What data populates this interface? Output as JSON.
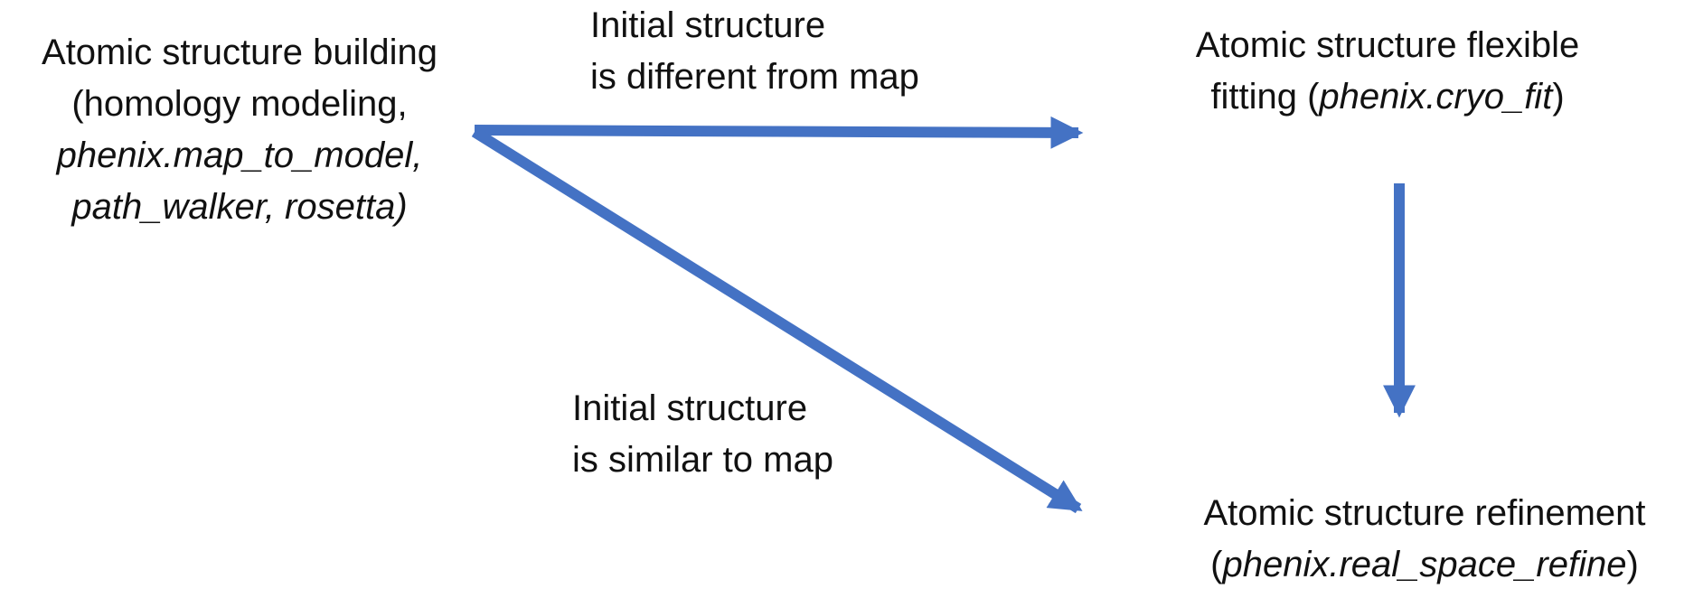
{
  "colors": {
    "arrow": "#4472C4",
    "text": "#111111",
    "background": "#ffffff"
  },
  "blocks": {
    "building": {
      "line1": "Atomic structure building",
      "line2": "(homology modeling,",
      "line3": "phenix.map_to_model,",
      "line4": "path_walker, rosetta)"
    },
    "fitting": {
      "line1": "Atomic structure flexible",
      "line2_pre": "fitting (",
      "line2_italic": "phenix.cryo_fit",
      "line2_post": ")"
    },
    "refinement": {
      "line1": "Atomic structure refinement",
      "line2_pre": "(",
      "line2_italic": "phenix.real_space_refine",
      "line2_post": ")"
    }
  },
  "labels": {
    "different": {
      "line1": "Initial structure",
      "line2": "is different from map"
    },
    "similar": {
      "line1": "Initial structure",
      "line2": "is similar to map"
    }
  },
  "edges": [
    {
      "from": "building",
      "to": "fitting",
      "condition_label": "different"
    },
    {
      "from": "building",
      "to": "refinement",
      "condition_label": "similar"
    },
    {
      "from": "fitting",
      "to": "refinement",
      "condition_label": ""
    }
  ]
}
